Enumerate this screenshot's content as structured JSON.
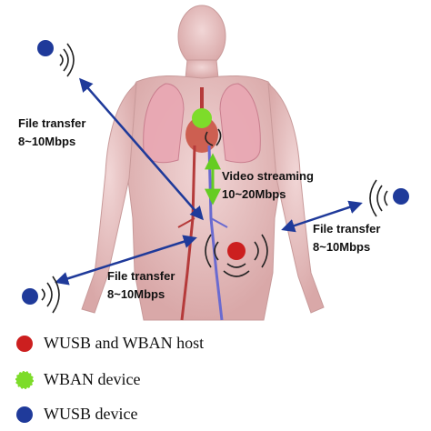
{
  "diagram": {
    "labels": {
      "upper_left": {
        "line1": "File transfer",
        "line2": "8~10Mbps"
      },
      "center": {
        "line1": "Video streaming",
        "line2": "10~20Mbps"
      },
      "right": {
        "line1": "File transfer",
        "line2": "8~10Mbps"
      },
      "lower_left": {
        "line1": "File transfer",
        "line2": "8~10Mbps"
      }
    },
    "legend": [
      {
        "label": "WUSB and WBAN host",
        "color": "#cc1f1f"
      },
      {
        "label": "WBAN device",
        "color": "#7ddc2a"
      },
      {
        "label": "WUSB device",
        "color": "#1f3a9a"
      }
    ],
    "colors": {
      "host": "#cc1f1f",
      "wban_device": "#7ddc2a",
      "wusb_device": "#1f3a9a",
      "arrow_blue": "#1f3a9a",
      "arrow_green": "#66cc22",
      "body_skin": "#e6c3c3"
    }
  }
}
